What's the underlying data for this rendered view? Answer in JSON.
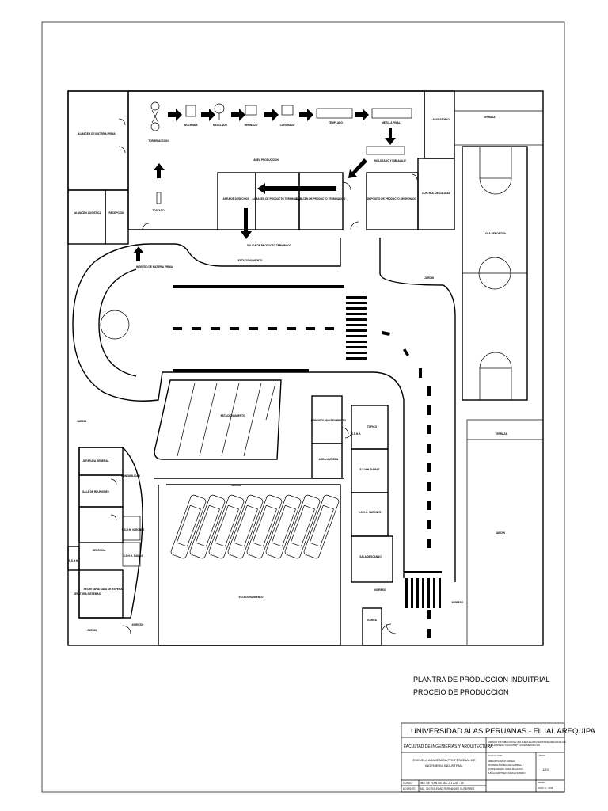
{
  "plan": {
    "labels": {
      "almacen_materia_prima": "ALMACEN DE MATERIA PRIMA",
      "almacen_logistica": "ALMACEN LOGISTICA",
      "recepcion": "RECEPCION",
      "tostado": "TOSTADO",
      "torrefaccion": "TORREFACCION",
      "molienda": "MOLIENDA",
      "mezclado": "MEZCLADO",
      "refinado": "REFINADO",
      "conchado": "CONCHADO",
      "templado": "TEMPLADO",
      "mezcla_final": "MEZCLA FINAL",
      "laboratorio": "LABORATORIO",
      "terraza": "TERRAZA",
      "area_produccion": "AREA PRODUCCION",
      "moldeado": "MOLDEADO Y EMBALAJE",
      "area_desechos": "AREA DE DESECHOS",
      "almacen_pt1": "ALMACEN DE PRODUCTO TERMINADO 1",
      "almacen_pt2": "ALMACEN DE PRODUCTO TERMINADO 2",
      "deposito_desechos": "DEPOSITO DE PRODUCTO DESECHADO",
      "control_calidad": "CONTROL DE CALIDAD",
      "salida_pt": "SALIDA DE PRODUCTO TERMINADO",
      "ingreso_mp": "INGRESO DE MATERIA PRIMA",
      "estacionamiento": "ESTACIONAMIENTO",
      "jardin": "JARDIN",
      "losa_deportiva": "LOSA DEPORTIVA",
      "deposito_mant": "DEPOSITO MANTENIMIENTO",
      "area_limpieza": "AREA LIMPIEZA",
      "topico": "TOPICO",
      "ss_hh": "S.S.H.H.",
      "ss_hh_damas": "S.S.H.H. DAMAS",
      "ss_hh_varones": "S.S.H.H. VARONES",
      "sala_descanso": "SALA DESCANSO",
      "garita": "GARITA",
      "ingreso": "INGRESO",
      "jefatura_general": "JEFATURA GENERAL",
      "contabilidad": "CONTABILIDAD",
      "sala_reuniones": "SALA DE REUNIONES",
      "gerencia": "GERENCIA",
      "secretaria": "SECRETARIA SALA DE ESPERA",
      "jefatura_sistemas": "JEFATURA SISTEMAS"
    }
  },
  "caption": {
    "line1": "PLANTRA DE PRODUCCION INDUITRIAL",
    "line2": "PROCEIO DE PRODUCCION"
  },
  "title_block": {
    "university": "UNIVERSIDAD ALAS PERUANAS - FILIAL AREQUIPA",
    "faculty": "FACULTAD DE INGENIERIAS Y ARQUITECTURA",
    "school_line1": "ESCUELA ACADEMICA PROFESIONAL DE",
    "school_line2": "INGENIERIA INDUSTRIAL",
    "project_line1": "DISEÑO Y DISTRIBUCION DE UNA NUEVA PLANTA INDUSTRIAL DE CHOCOLATE",
    "project_line2": "DE LA EMPRESA \"CHOCOSUR\" CON EL METODO SLP",
    "authors_title": "Realizado POR:",
    "authors": [
      "ARENAS PLOMINO DIANELI",
      "PACOMPIA MOLINA, ANA GABRIELA",
      "QUIZPE MAMANI, MARIA MILAGROS",
      "ZUÑIGA MARTINEZ, JORDAN SANDRO"
    ],
    "sheet_title": "LÁMINA",
    "sheet_number": "1/10",
    "date_label": "FECHA:",
    "date": "JUNIO 11 - 2018",
    "course_label": "CURSO",
    "course": "ING. DE PLANTAS SEC 2-1  2018 - 1B",
    "teacher_label": "DOCENTE",
    "teacher": "MG. ING SOLEDAD FERNANDEZ GUTIERREZ"
  }
}
